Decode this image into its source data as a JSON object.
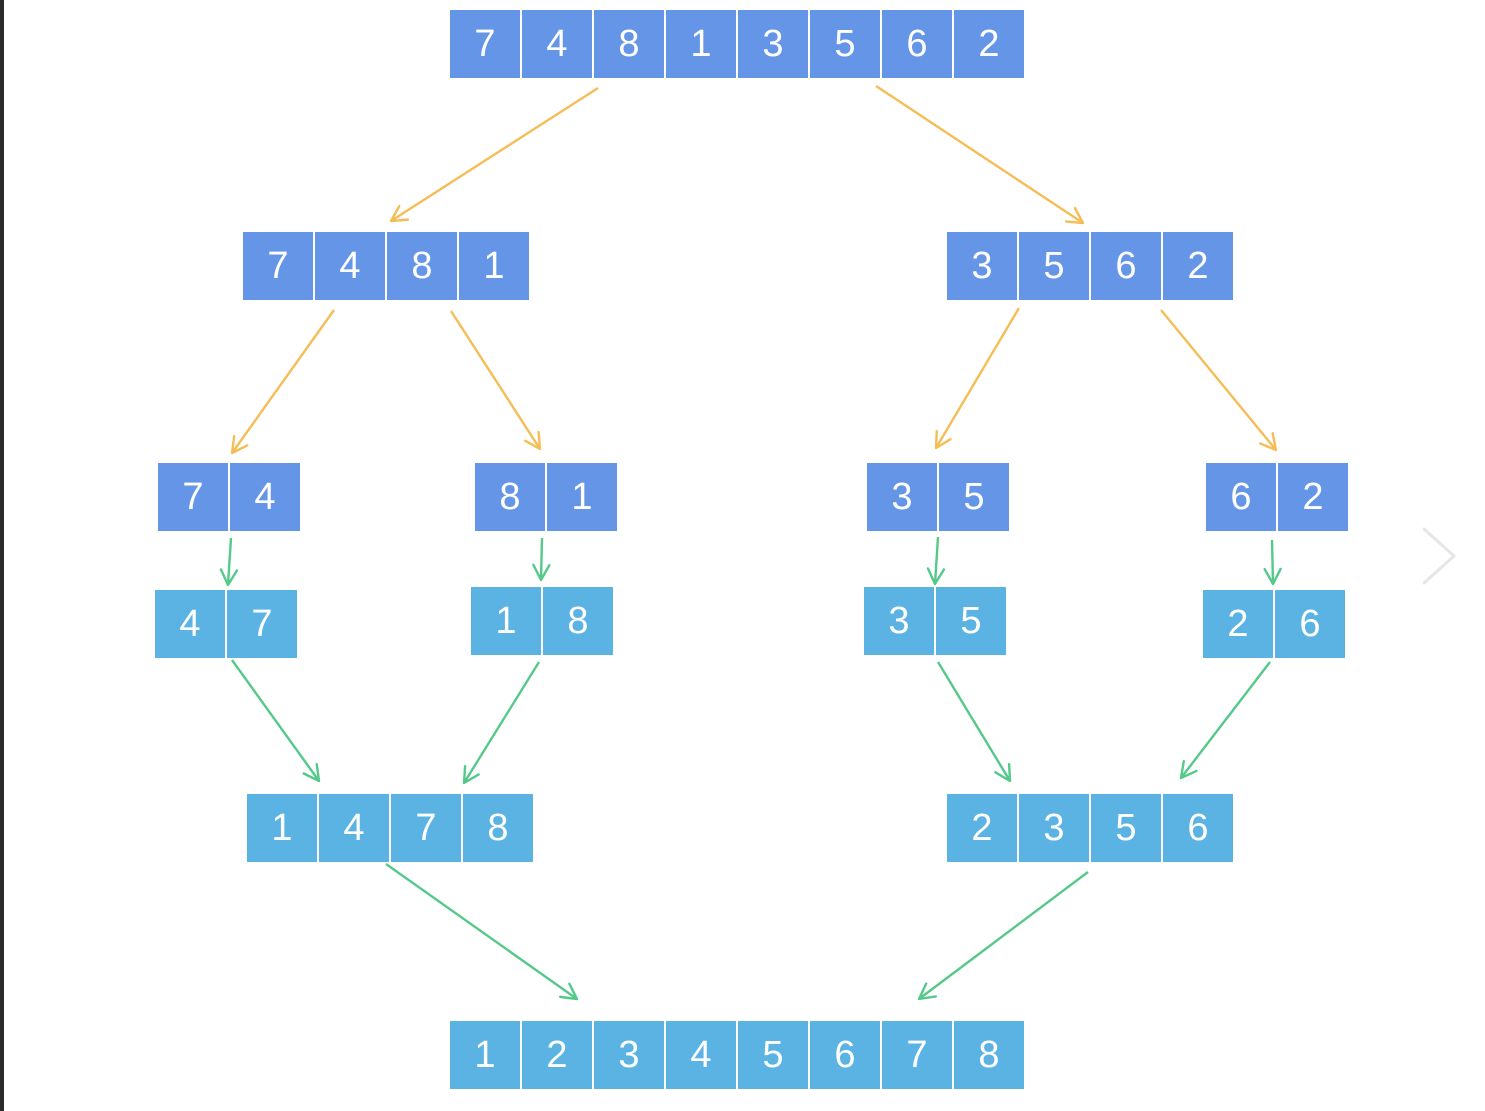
{
  "colors": {
    "split_box": "#6495e6",
    "merged_box": "#5bb3e4",
    "split_arrow": "#f6bd57",
    "merge_arrow": "#55c98a",
    "cell_text": "#ffffff"
  },
  "icons": {
    "next": "chevron-right-icon"
  },
  "diagram": {
    "root": [
      "7",
      "4",
      "8",
      "1",
      "3",
      "5",
      "6",
      "2"
    ],
    "level1_left": [
      "7",
      "4",
      "8",
      "1"
    ],
    "level1_right": [
      "3",
      "5",
      "6",
      "2"
    ],
    "level2_a": [
      "7",
      "4"
    ],
    "level2_b": [
      "8",
      "1"
    ],
    "level2_c": [
      "3",
      "5"
    ],
    "level2_d": [
      "6",
      "2"
    ],
    "sorted_a": [
      "4",
      "7"
    ],
    "sorted_b": [
      "1",
      "8"
    ],
    "sorted_c": [
      "3",
      "5"
    ],
    "sorted_d": [
      "2",
      "6"
    ],
    "merged_left": [
      "1",
      "4",
      "7",
      "8"
    ],
    "merged_right": [
      "2",
      "3",
      "5",
      "6"
    ],
    "result": [
      "1",
      "2",
      "3",
      "4",
      "5",
      "6",
      "7",
      "8"
    ]
  }
}
